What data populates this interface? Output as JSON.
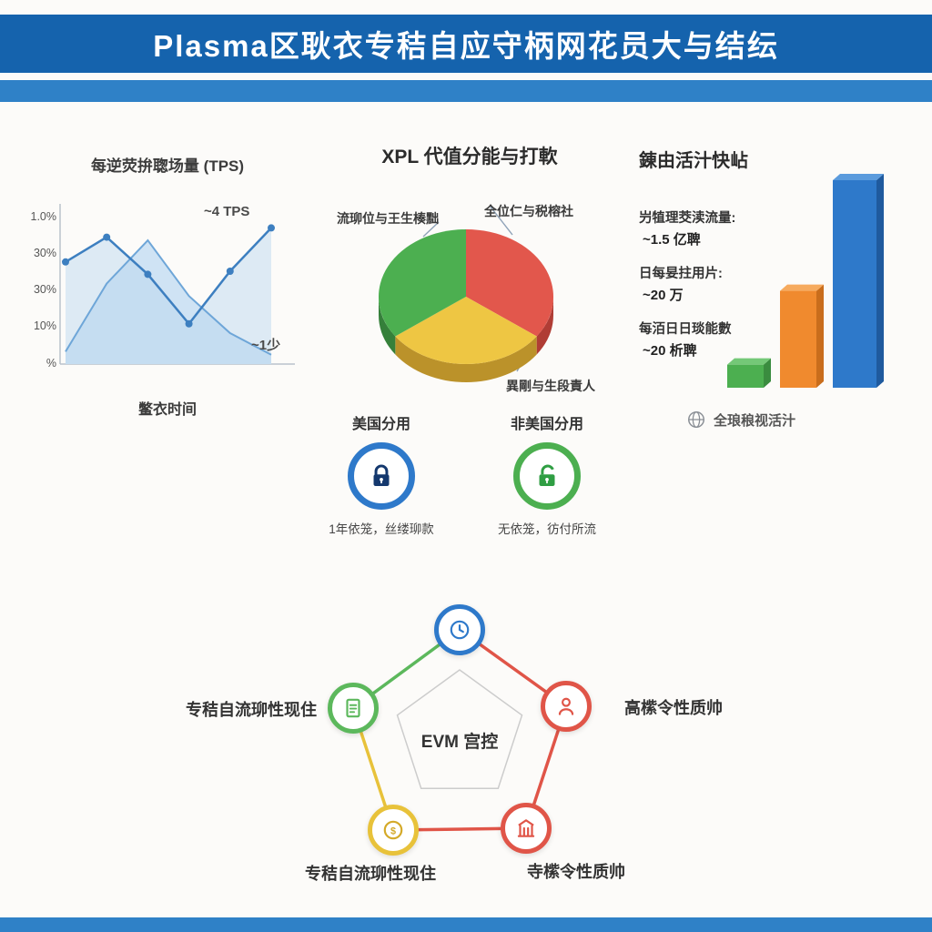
{
  "header": {
    "title": "Plasma区耿衣专秸自应守柄网花员大与结纭"
  },
  "activity": {
    "stats": [
      {
        "label": "屶犆理茭渎流量:",
        "value": "~1.5 亿聛"
      },
      {
        "label": "日每妟拄用片:",
        "value": "~20 万"
      },
      {
        "label": "每洦日日琰能數",
        "value": "~20 析聛"
      }
    ],
    "caption": "全琅稂视活汁",
    "caption_icon": "globe-icon"
  },
  "badges": [
    {
      "title": "美国分用",
      "caption": "1年依笼，丝缕珋款",
      "icon": "lock-closed-icon",
      "color": "#2e79ca"
    },
    {
      "title": "非美国分用",
      "caption": "无依笼，彷付所流",
      "icon": "lock-open-icon",
      "color": "#4caf50"
    }
  ],
  "pentagon": {
    "center": "EVM 宫控",
    "labels": {
      "left": "专秸自流珋性现住",
      "right": "高橴令性质帅",
      "bottom_left": "专秸自流珋性现住",
      "bottom_right": "寺橴令性质帅"
    },
    "node_icons": [
      "clock-icon",
      "document-icon",
      "person-icon",
      "coin-icon",
      "building-icon"
    ]
  },
  "chart_data": [
    {
      "type": "line",
      "title": "每逆荧拚聦场量 (TPS)",
      "xlabel": "鳖衣时间",
      "ylabel": "",
      "y_ticks": [
        "1.0%",
        "30%",
        "30%",
        "10%",
        "%"
      ],
      "ylim": [
        0,
        50
      ],
      "grid": false,
      "legend": false,
      "series": [
        {
          "name": "TPS 折线",
          "values": [
            33,
            41,
            29,
            13,
            30,
            44
          ]
        },
        {
          "name": "面积",
          "values": [
            4,
            26,
            40,
            22,
            10,
            3
          ]
        }
      ],
      "annotations": [
        "~4 TPS",
        "~1少"
      ]
    },
    {
      "type": "pie",
      "style": "3d",
      "title": "XPL 代值分能与打軟",
      "slices": [
        {
          "label": "全位仁与税榕社",
          "value": 35,
          "color": "#e2574c",
          "dark": "#b03d35"
        },
        {
          "label": "異剛与生段責人",
          "value": 30,
          "color": "#eec643",
          "dark": "#bb922a"
        },
        {
          "label": "流珋位与王生楱黜",
          "value": 35,
          "color": "#4caf50",
          "dark": "#35803a"
        }
      ]
    },
    {
      "type": "bar",
      "title": "錬由活汁快岾",
      "categories": [
        "每洦日日琰能數",
        "日每妟拄用片",
        "屶犆理茭渎流量"
      ],
      "values": [
        25,
        105,
        225
      ],
      "value_labels": [
        "~20 析聛",
        "~20 万",
        "~1.5 亿聛"
      ],
      "colors": [
        {
          "main": "#4caf50",
          "top": "#74c877",
          "side": "#3a8c3f"
        },
        {
          "main": "#f08a2e",
          "top": "#f6aa5e",
          "side": "#c96d1c"
        },
        {
          "main": "#2e79ca",
          "top": "#5b9bdd",
          "side": "#1f5a9e"
        }
      ]
    }
  ]
}
